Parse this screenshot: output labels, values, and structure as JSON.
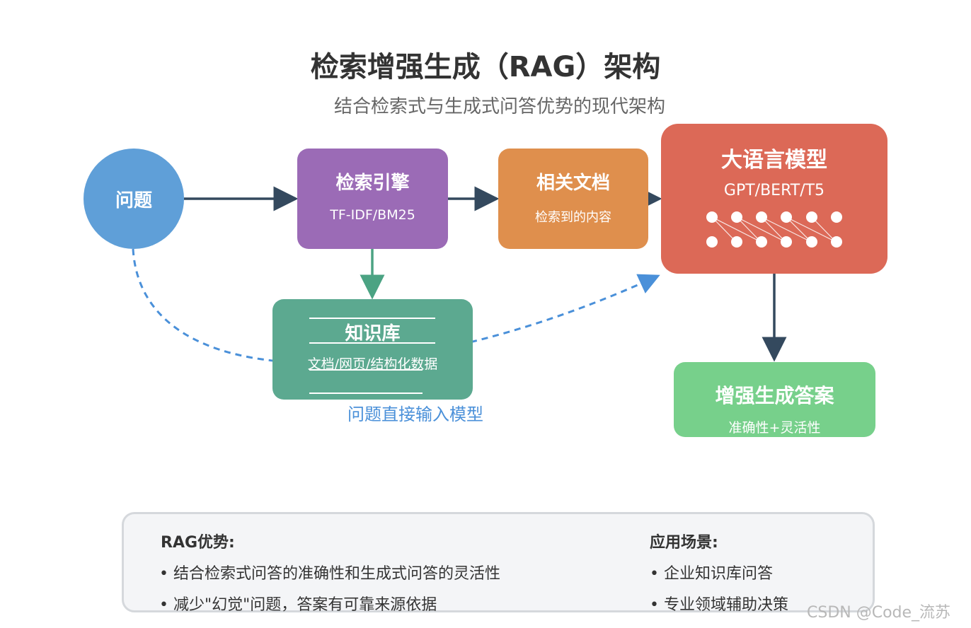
{
  "header": {
    "title": "检索增强生成（RAG）架构",
    "subtitle": "结合检索式与生成式问答优势的现代架构"
  },
  "nodes": {
    "question": {
      "label": "问题"
    },
    "retriever": {
      "title": "检索引擎",
      "subtitle": "TF-IDF/BM25"
    },
    "docs": {
      "title": "相关文档",
      "subtitle": "检索到的内容"
    },
    "llm": {
      "title": "大语言模型",
      "subtitle": "GPT/BERT/T5"
    },
    "knowledge_base": {
      "title": "知识库",
      "subtitle": "文档/网页/结构化数据"
    },
    "answer": {
      "title": "增强生成答案",
      "subtitle": "准确性+灵活性"
    }
  },
  "edges": {
    "direct_label": "问题直接输入模型"
  },
  "panel": {
    "advantages": {
      "heading": "RAG优势:",
      "items": [
        "• 结合检索式问答的准确性和生成式问答的灵活性",
        "• 减少\"幻觉\"问题，答案有可靠来源依据"
      ]
    },
    "applications": {
      "heading": "应用场景:",
      "items": [
        "• 企业知识库问答",
        "• 专业领域辅助决策"
      ]
    }
  },
  "watermark": "CSDN @Code_流苏",
  "colors": {
    "question": "#5f9fd8",
    "retriever": "#9b6bb6",
    "docs": "#df8f4d",
    "llm": "#dc6957",
    "knowledge_base": "#5ca990",
    "answer": "#77d08b",
    "arrow": "#34495e",
    "dashed": "#4a90d9"
  }
}
